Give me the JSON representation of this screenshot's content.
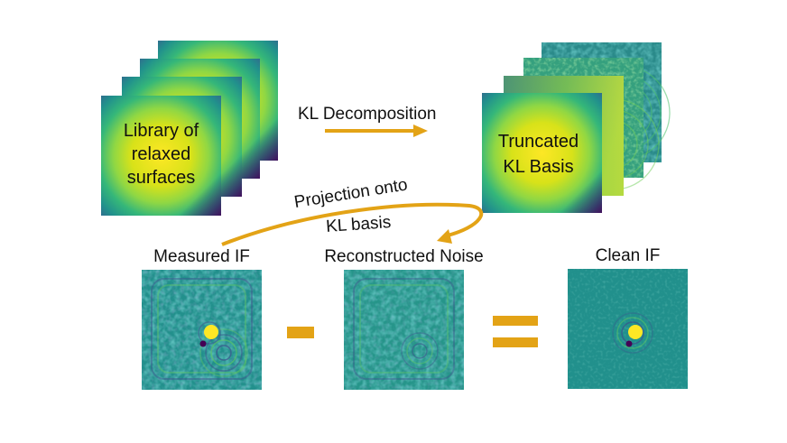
{
  "library": {
    "label_line1": "Library of",
    "label_line2": "relaxed",
    "label_line3": "surfaces"
  },
  "kl_decomposition": {
    "label": "KL Decomposition"
  },
  "truncated": {
    "label_line1": "Truncated",
    "label_line2": "KL Basis"
  },
  "projection": {
    "label_line1": "Projection onto",
    "label_line2": "KL basis"
  },
  "measured": {
    "title": "Measured IF"
  },
  "reconstructed": {
    "title": "Reconstructed Noise"
  },
  "clean": {
    "title": "Clean IF"
  },
  "operators": {
    "minus": "-",
    "equals": "="
  },
  "colors": {
    "accent": "#E3A316",
    "viridis_dark": "#440154",
    "viridis_teal": "#21918C",
    "viridis_yellow": "#FDE725"
  }
}
